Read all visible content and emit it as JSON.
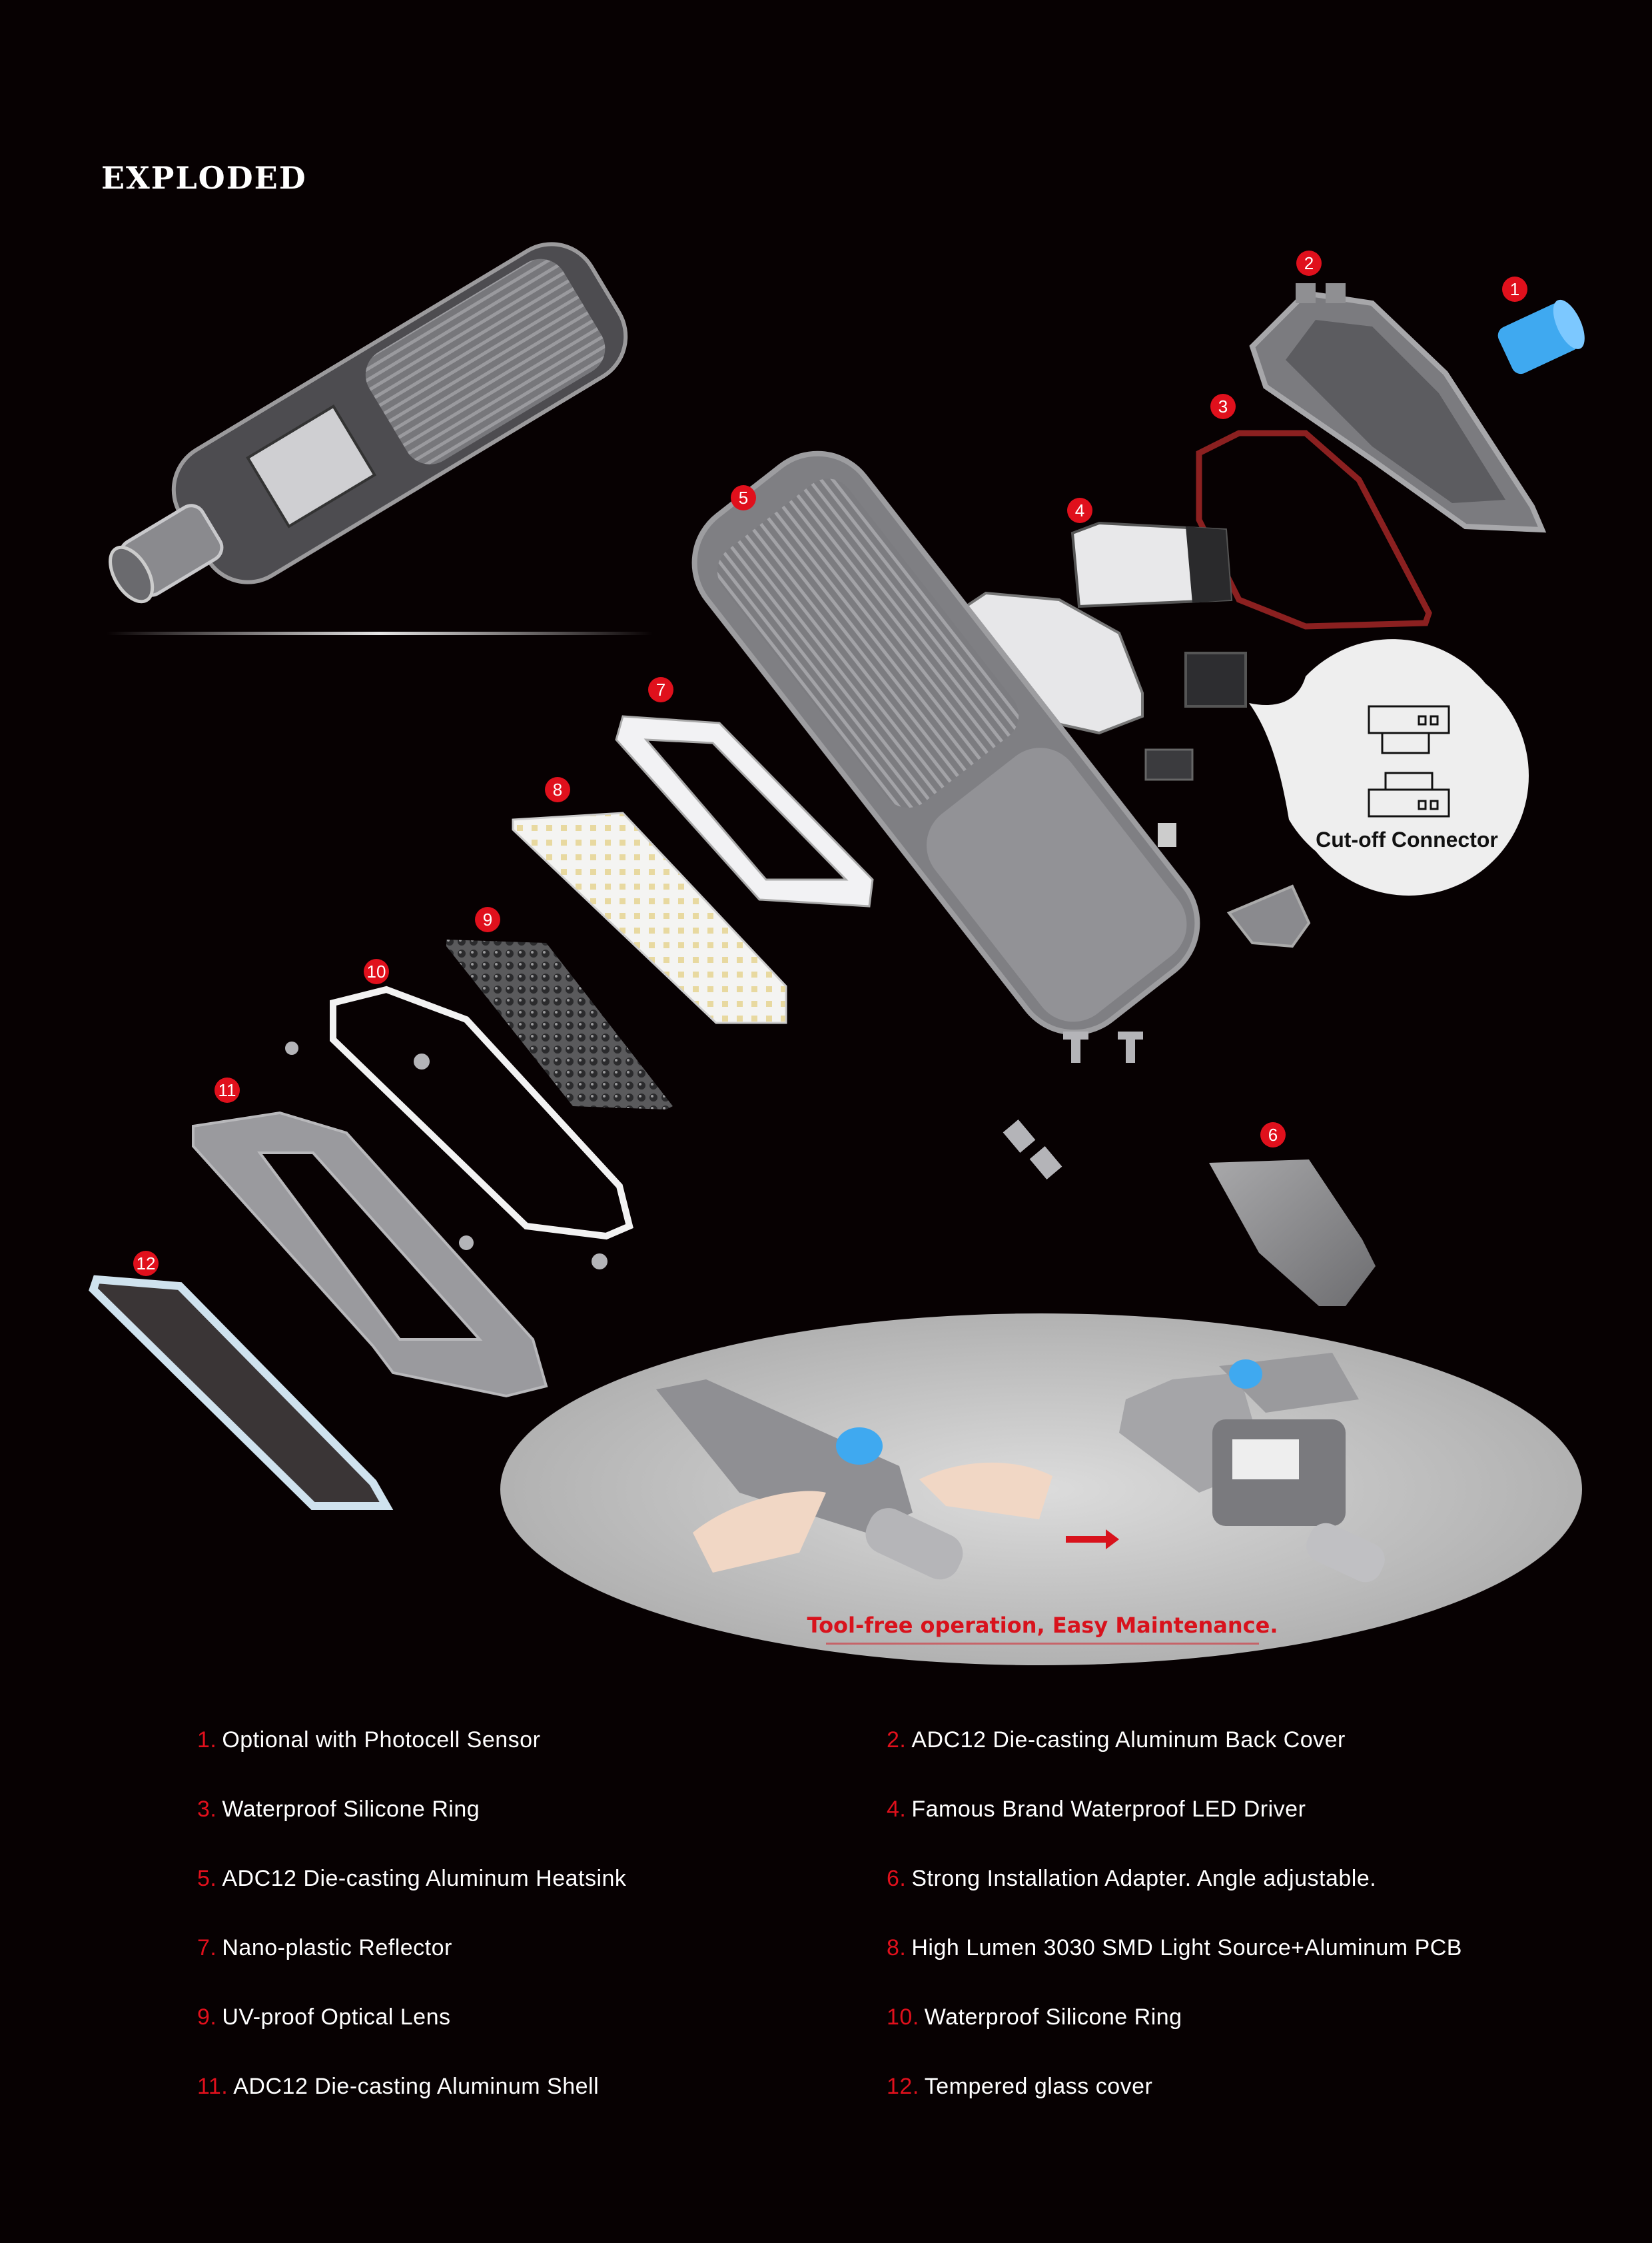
{
  "title": "EXPLODED",
  "badges": [
    "1",
    "2",
    "3",
    "4",
    "5",
    "6",
    "7",
    "8",
    "9",
    "10",
    "11",
    "12"
  ],
  "callout": {
    "label": "Cut-off Connector"
  },
  "maintenance": {
    "caption": "Tool-free operation, Easy Maintenance."
  },
  "legend": [
    {
      "num": "1.",
      "text": "Optional with Photocell Sensor"
    },
    {
      "num": "2.",
      "text": "ADC12 Die-casting Aluminum Back Cover"
    },
    {
      "num": "3.",
      "text": "Waterproof Silicone Ring"
    },
    {
      "num": "4.",
      "text": "Famous Brand Waterproof LED Driver"
    },
    {
      "num": "5.",
      "text": "ADC12 Die-casting Aluminum Heatsink"
    },
    {
      "num": "6.",
      "text": "Strong Installation Adapter. Angle adjustable."
    },
    {
      "num": "7.",
      "text": "Nano-plastic Reflector"
    },
    {
      "num": "8.",
      "text": "High Lumen 3030 SMD Light Source+Aluminum PCB"
    },
    {
      "num": "9.",
      "text": "UV-proof Optical Lens"
    },
    {
      "num": "10.",
      "text": "Waterproof Silicone Ring"
    },
    {
      "num": "11.",
      "text": "ADC12 Die-casting Aluminum Shell"
    },
    {
      "num": "12.",
      "text": "Tempered glass cover"
    }
  ],
  "colors": {
    "background": "#070102",
    "accent": "#e0101c",
    "sensor": "#3fa9f0",
    "gray": "#8a8a8c"
  }
}
